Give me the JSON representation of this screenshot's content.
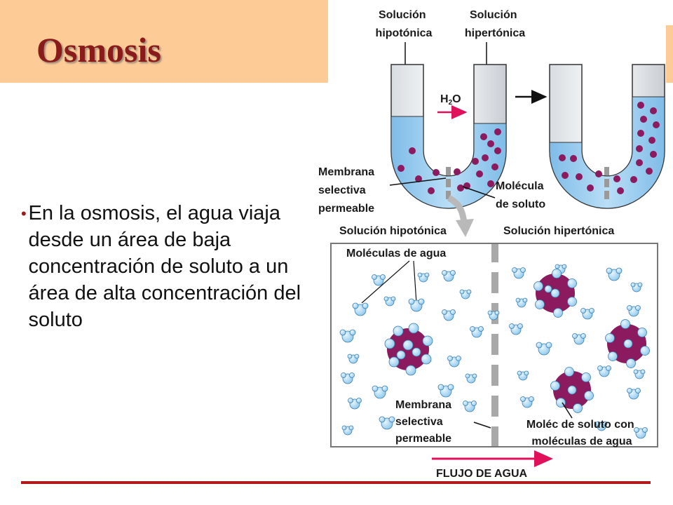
{
  "slide": {
    "title": "Osmosis",
    "bullet": "En la osmosis, el agua viaja desde un área de baja concentración de soluto a un área de alta concentración del soluto"
  },
  "diagram": {
    "top_label_left": [
      "Solución",
      "hipotónica"
    ],
    "top_label_right": [
      "Solución",
      "hipertónica"
    ],
    "water_formula": "H2O",
    "membrane_label_top": [
      "Membrana",
      "selectiva",
      "permeable"
    ],
    "solute_molecule_label": [
      "Molécula",
      "de soluto"
    ],
    "box_header_left": "Solución hipotónica",
    "box_header_right": "Solución hipertónica",
    "water_molecules_label": "Moléculas de agua",
    "membrane_label_bottom": [
      "Membrana",
      "selectiva",
      "permeable"
    ],
    "solute_with_water_label": [
      "Moléc de soluto con",
      "moléculas de agua"
    ],
    "flow_label": "FLUJO DE AGUA"
  },
  "colors": {
    "title_band": "#fccb96",
    "title_text": "#8a1b1b",
    "water_fill": "#a6d2f2",
    "solute": "#8c1a5e",
    "arrow": "#e0105a",
    "rule": "#b21a1a"
  }
}
